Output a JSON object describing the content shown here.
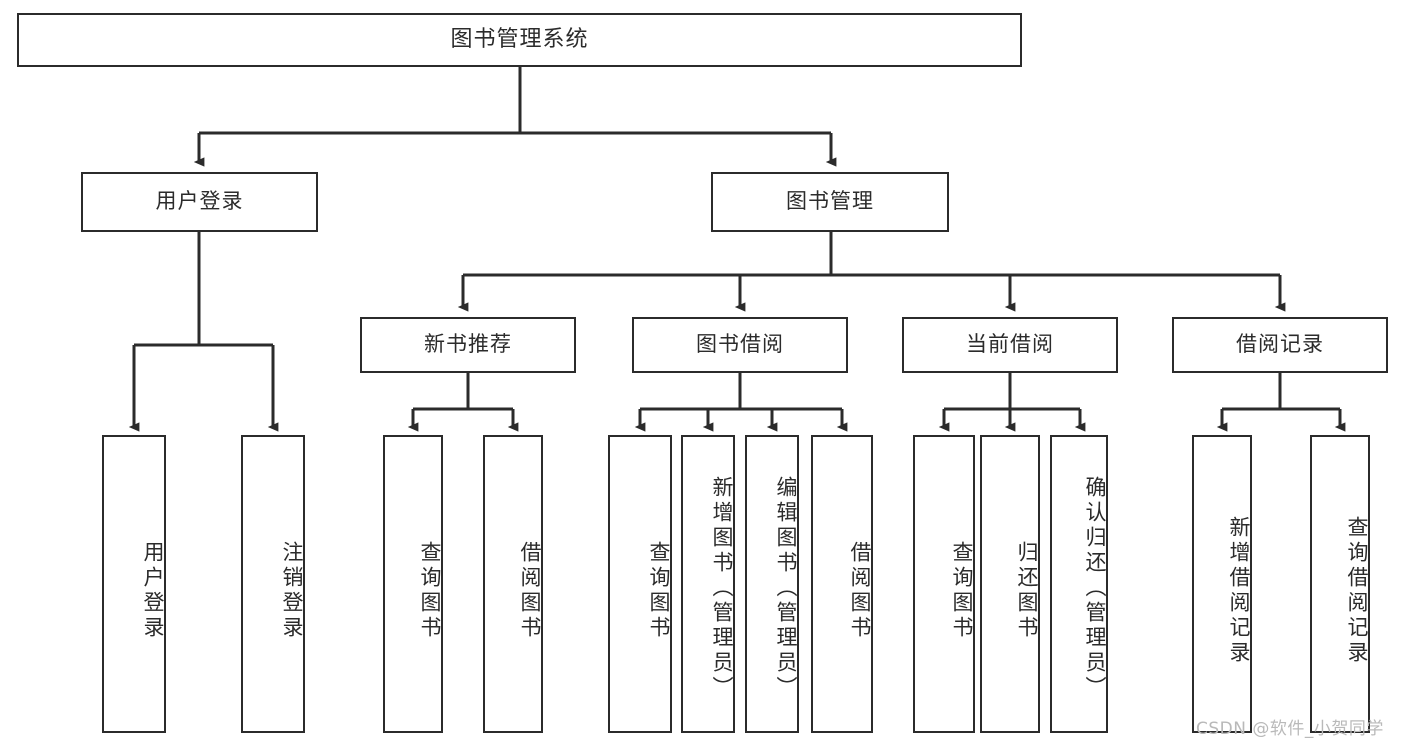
{
  "diagram": {
    "title": "图书管理系统",
    "type": "tree",
    "watermark": "CSDN @软件_小贺同学",
    "style": {
      "box_border_color": "#2b2b2b",
      "box_fill_color": "#ffffff",
      "line_color": "#2b2b2b",
      "background_color": "#ffffff",
      "text_color": "#2b2b2b"
    },
    "nodes": {
      "root": {
        "label": "图书管理系统"
      },
      "level1": [
        {
          "id": "user-login",
          "label": "用户登录"
        },
        {
          "id": "book-manage",
          "label": "图书管理"
        }
      ],
      "level2": [
        {
          "id": "new-book-recommend",
          "label": "新书推荐"
        },
        {
          "id": "book-borrow",
          "label": "图书借阅"
        },
        {
          "id": "current-borrow",
          "label": "当前借阅"
        },
        {
          "id": "borrow-record",
          "label": "借阅记录"
        }
      ],
      "leaves": {
        "user_login": [
          {
            "id": "leaf-user-login",
            "label": "用户登录"
          },
          {
            "id": "leaf-logout-login",
            "label": "注销登录"
          }
        ],
        "new_book_recommend": [
          {
            "id": "leaf-query-book-1",
            "label": "查询图书"
          },
          {
            "id": "leaf-borrow-book-1",
            "label": "借阅图书"
          }
        ],
        "book_borrow": [
          {
            "id": "leaf-query-book-2",
            "label": "查询图书"
          },
          {
            "id": "leaf-add-book",
            "label": "新增图书（管理员）"
          },
          {
            "id": "leaf-edit-book",
            "label": "编辑图书（管理员）"
          },
          {
            "id": "leaf-borrow-book-2",
            "label": "借阅图书"
          }
        ],
        "current_borrow": [
          {
            "id": "leaf-query-book-3",
            "label": "查询图书"
          },
          {
            "id": "leaf-return-book",
            "label": "归还图书"
          },
          {
            "id": "leaf-confirm-return",
            "label": "确认归还（管理员）"
          }
        ],
        "borrow_record": [
          {
            "id": "leaf-add-record",
            "label": "新增借阅记录"
          },
          {
            "id": "leaf-query-record",
            "label": "查询借阅记录"
          }
        ]
      }
    },
    "edges": [
      {
        "from": "图书管理系统",
        "to": "用户登录"
      },
      {
        "from": "图书管理系统",
        "to": "图书管理"
      },
      {
        "from": "用户登录",
        "to": "用户登录"
      },
      {
        "from": "用户登录",
        "to": "注销登录"
      },
      {
        "from": "图书管理",
        "to": "新书推荐"
      },
      {
        "from": "图书管理",
        "to": "图书借阅"
      },
      {
        "from": "图书管理",
        "to": "当前借阅"
      },
      {
        "from": "图书管理",
        "to": "借阅记录"
      },
      {
        "from": "新书推荐",
        "to": "查询图书"
      },
      {
        "from": "新书推荐",
        "to": "借阅图书"
      },
      {
        "from": "图书借阅",
        "to": "查询图书"
      },
      {
        "from": "图书借阅",
        "to": "新增图书（管理员）"
      },
      {
        "from": "图书借阅",
        "to": "编辑图书（管理员）"
      },
      {
        "from": "图书借阅",
        "to": "借阅图书"
      },
      {
        "from": "当前借阅",
        "to": "查询图书"
      },
      {
        "from": "当前借阅",
        "to": "归还图书"
      },
      {
        "from": "当前借阅",
        "to": "确认归还（管理员）"
      },
      {
        "from": "借阅记录",
        "to": "新增借阅记录"
      },
      {
        "from": "借阅记录",
        "to": "查询借阅记录"
      }
    ]
  }
}
